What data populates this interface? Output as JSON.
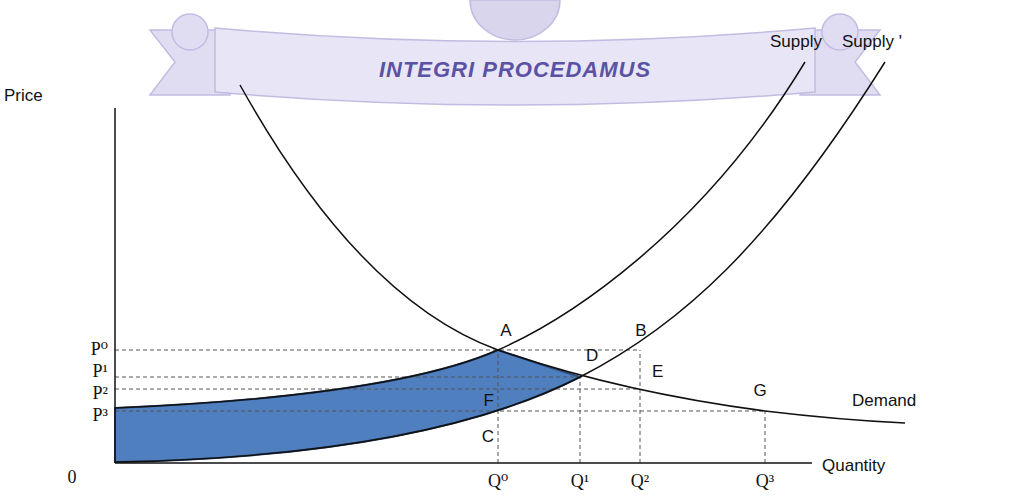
{
  "diagram": {
    "labels": [
      "INTEGRI PROCEDAMUS",
      "Price",
      "Supply",
      "Supply '",
      "P⁰",
      "A",
      "B",
      "P¹",
      "D",
      "E",
      "P²",
      "G",
      "Demand",
      "P³",
      "F",
      "C",
      "0",
      "Q⁰",
      "Q¹",
      "Q²",
      "Q³",
      "Quantity"
    ]
  }
}
